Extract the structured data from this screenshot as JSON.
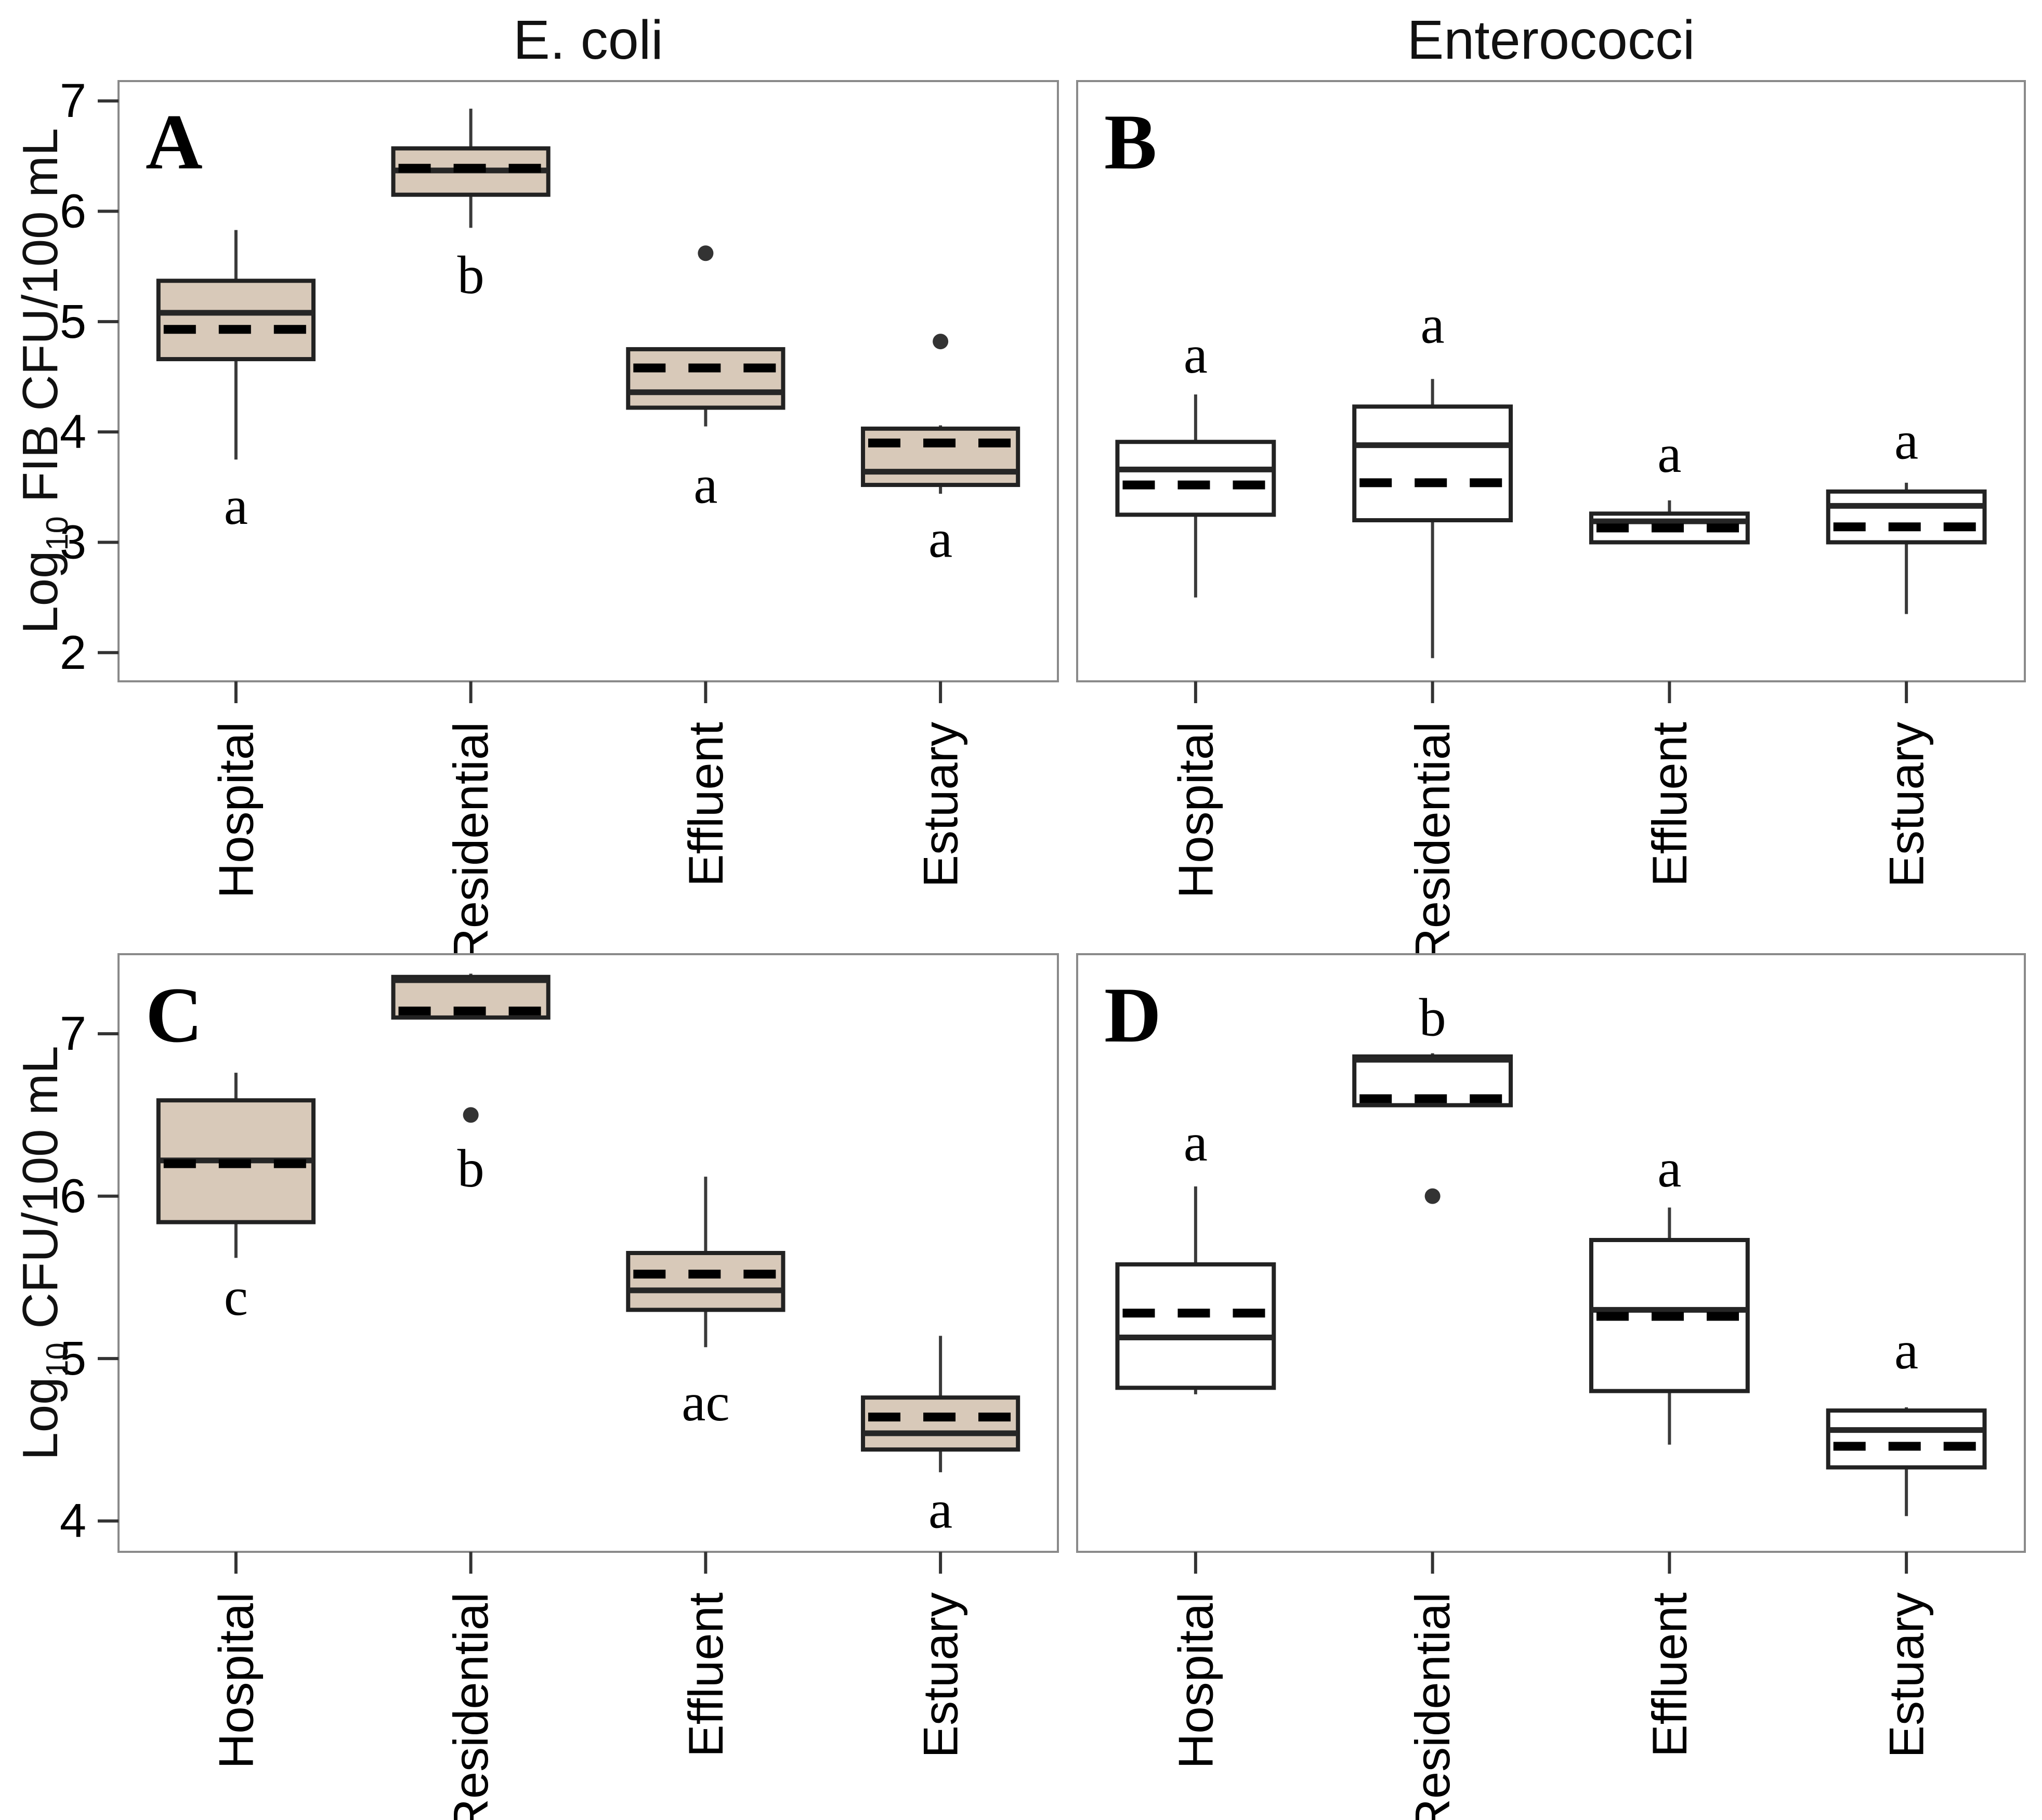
{
  "figure": {
    "column_titles": {
      "left": "E. coli",
      "right": "Enterococci"
    },
    "row_ylabels": [
      {
        "prefix": "Log",
        "sub": "10",
        "suffix": " FIB CFU/100 mL"
      },
      {
        "prefix": "Log",
        "sub": "10",
        "suffix": " CFU/100 mL"
      }
    ],
    "colors": {
      "ecoli_fill": "#d8c9b9",
      "enterococci_fill": "#ffffff",
      "box_border": "#222222",
      "median_line": "#262626",
      "mean_line": "#000000",
      "whisker": "#3a3a3a",
      "outlier": "#333333",
      "panel_frame": "#8a8a8a",
      "tick": "#333333"
    }
  },
  "chart_data": [
    {
      "type": "boxplot",
      "panel_label": "A",
      "organism": "E. coli",
      "row": 0,
      "col": 0,
      "ylabel": "Log10 FIB CFU/100 mL",
      "ylim": [
        1.74,
        7.18
      ],
      "yticks": [
        2,
        3,
        4,
        5,
        6,
        7
      ],
      "show_ytick_labels": true,
      "fill": "#d8c9b9",
      "categories": [
        "Hospital",
        "Residential",
        "Effluent",
        "Estuary"
      ],
      "boxes": [
        {
          "category": "Hospital",
          "whisker_low": 3.75,
          "q1": 4.66,
          "median": 5.08,
          "mean": 4.93,
          "q3": 5.37,
          "whisker_high": 5.83,
          "outliers": [],
          "sig_letter": "a",
          "sig_letter_y": 3.33
        },
        {
          "category": "Residential",
          "whisker_low": 5.85,
          "q1": 6.15,
          "median": 6.37,
          "mean": 6.39,
          "q3": 6.57,
          "whisker_high": 6.93,
          "outliers": [],
          "sig_letter": "b",
          "sig_letter_y": 5.42
        },
        {
          "category": "Effluent",
          "whisker_low": 4.05,
          "q1": 4.22,
          "median": 4.36,
          "mean": 4.58,
          "q3": 4.75,
          "whisker_high": 4.75,
          "outliers": [
            5.62
          ],
          "sig_letter": "a",
          "sig_letter_y": 3.52
        },
        {
          "category": "Estuary",
          "whisker_low": 3.44,
          "q1": 3.52,
          "median": 3.64,
          "mean": 3.9,
          "q3": 4.03,
          "whisker_high": 4.06,
          "outliers": [
            4.82
          ],
          "sig_letter": "a",
          "sig_letter_y": 3.03
        }
      ]
    },
    {
      "type": "boxplot",
      "panel_label": "B",
      "organism": "Enterococci",
      "row": 0,
      "col": 1,
      "ylabel": "Log10 FIB CFU/100 mL",
      "ylim": [
        1.74,
        7.18
      ],
      "yticks": [
        2,
        3,
        4,
        5,
        6,
        7
      ],
      "show_ytick_labels": false,
      "fill": "#ffffff",
      "categories": [
        "Hospital",
        "Residential",
        "Effluent",
        "Estuary"
      ],
      "boxes": [
        {
          "category": "Hospital",
          "whisker_low": 2.5,
          "q1": 3.25,
          "median": 3.66,
          "mean": 3.52,
          "q3": 3.91,
          "whisker_high": 4.34,
          "outliers": [],
          "sig_letter": "a",
          "sig_letter_y": 4.7
        },
        {
          "category": "Residential",
          "whisker_low": 1.95,
          "q1": 3.2,
          "median": 3.88,
          "mean": 3.54,
          "q3": 4.23,
          "whisker_high": 4.48,
          "outliers": [],
          "sig_letter": "a",
          "sig_letter_y": 4.97
        },
        {
          "category": "Effluent",
          "whisker_low": 3.0,
          "q1": 3.0,
          "median": 3.19,
          "mean": 3.13,
          "q3": 3.26,
          "whisker_high": 3.38,
          "outliers": [],
          "sig_letter": "a",
          "sig_letter_y": 3.8
        },
        {
          "category": "Estuary",
          "whisker_low": 2.35,
          "q1": 3.0,
          "median": 3.33,
          "mean": 3.14,
          "q3": 3.46,
          "whisker_high": 3.54,
          "outliers": [],
          "sig_letter": "a",
          "sig_letter_y": 3.92
        }
      ]
    },
    {
      "type": "boxplot",
      "panel_label": "C",
      "organism": "E. coli",
      "row": 1,
      "col": 0,
      "ylabel": "Log10 CFU/100 mL",
      "ylim": [
        3.81,
        7.49
      ],
      "yticks": [
        4,
        5,
        6,
        7
      ],
      "show_ytick_labels": true,
      "fill": "#d8c9b9",
      "categories": [
        "Hospital",
        "Residential",
        "Effluent",
        "Estuary"
      ],
      "boxes": [
        {
          "category": "Hospital",
          "whisker_low": 5.62,
          "q1": 5.84,
          "median": 6.22,
          "mean": 6.2,
          "q3": 6.59,
          "whisker_high": 6.76,
          "outliers": [],
          "sig_letter": "c",
          "sig_letter_y": 5.38
        },
        {
          "category": "Residential",
          "whisker_low": 7.1,
          "q1": 7.1,
          "median": 7.33,
          "mean": 7.14,
          "q3": 7.35,
          "whisker_high": 7.37,
          "outliers": [
            6.5
          ],
          "sig_letter": "b",
          "sig_letter_y": 6.17
        },
        {
          "category": "Effluent",
          "whisker_low": 5.07,
          "q1": 5.3,
          "median": 5.42,
          "mean": 5.52,
          "q3": 5.65,
          "whisker_high": 6.12,
          "outliers": [],
          "sig_letter": "ac",
          "sig_letter_y": 4.73
        },
        {
          "category": "Estuary",
          "whisker_low": 4.3,
          "q1": 4.44,
          "median": 4.54,
          "mean": 4.64,
          "q3": 4.76,
          "whisker_high": 5.14,
          "outliers": [],
          "sig_letter": "a",
          "sig_letter_y": 4.07
        }
      ]
    },
    {
      "type": "boxplot",
      "panel_label": "D",
      "organism": "Enterococci",
      "row": 1,
      "col": 1,
      "ylabel": "Log10 CFU/100 mL",
      "ylim": [
        3.81,
        7.49
      ],
      "yticks": [
        4,
        5,
        6,
        7
      ],
      "show_ytick_labels": false,
      "fill": "#ffffff",
      "categories": [
        "Hospital",
        "Residential",
        "Effluent",
        "Estuary"
      ],
      "boxes": [
        {
          "category": "Hospital",
          "whisker_low": 4.78,
          "q1": 4.82,
          "median": 5.13,
          "mean": 5.28,
          "q3": 5.58,
          "whisker_high": 6.06,
          "outliers": [],
          "sig_letter": "a",
          "sig_letter_y": 6.33
        },
        {
          "category": "Residential",
          "whisker_low": 6.56,
          "q1": 6.56,
          "median": 6.84,
          "mean": 6.6,
          "q3": 6.86,
          "whisker_high": 6.88,
          "outliers": [
            6.0
          ],
          "sig_letter": "b",
          "sig_letter_y": 7.1
        },
        {
          "category": "Effluent",
          "whisker_low": 4.47,
          "q1": 4.8,
          "median": 5.3,
          "mean": 5.26,
          "q3": 5.73,
          "whisker_high": 5.93,
          "outliers": [],
          "sig_letter": "a",
          "sig_letter_y": 6.17
        },
        {
          "category": "Estuary",
          "whisker_low": 4.03,
          "q1": 4.33,
          "median": 4.56,
          "mean": 4.46,
          "q3": 4.68,
          "whisker_high": 4.7,
          "outliers": [],
          "sig_letter": "a",
          "sig_letter_y": 5.05
        }
      ]
    }
  ]
}
